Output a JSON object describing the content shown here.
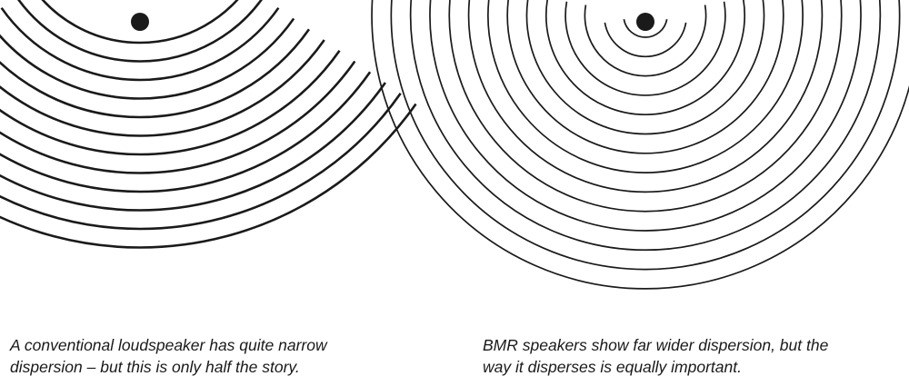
{
  "colors": {
    "ink": "#1a1a1a",
    "background": "#ffffff"
  },
  "diagrams": {
    "conventional": {
      "icon": "sound-source-dot",
      "wavefront_count": 12,
      "caption_lines": [
        "A conventional loudspeaker has quite narrow",
        "dispersion – but this is only half the story."
      ]
    },
    "bmr": {
      "icon": "sound-source-dot",
      "wavefront_count": 14,
      "caption_lines": [
        "BMR speakers show far wider dispersion, but the",
        "way it disperses is equally important."
      ]
    }
  }
}
